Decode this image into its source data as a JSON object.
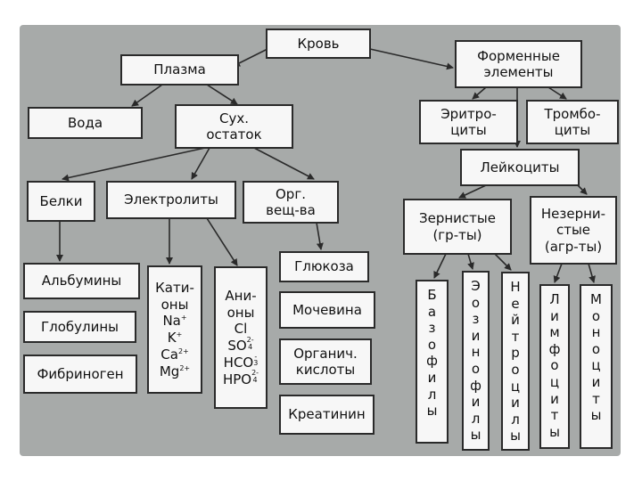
{
  "diagram": {
    "colors": {
      "panel": "#a7aaa9",
      "box_fill": "#f7f7f7",
      "border": "#2a2a2a",
      "arrow": "#2a2a2a"
    },
    "nodes": {
      "blood": "Кровь",
      "plasma": "Плазма",
      "formed": "Форменные\nэлементы",
      "water": "Вода",
      "dry": "Сух.\nостаток",
      "erythro": "Эритро-\nциты",
      "thrombo": "Тромбо-\nциты",
      "leuko": "Лейкоциты",
      "proteins": "Белки",
      "electrolytes": "Электролиты",
      "organic": "Орг.\nвещ-ва",
      "granular": "Зернистые\n(гр-ты)",
      "agranular": "Незерни-\nстые\n(агр-ты)",
      "albumins": "Альбумины",
      "globulins": "Глобулины",
      "fibrinogen": "Фибриноген",
      "glucose": "Глюкоза",
      "urea": "Мочевина",
      "org_acids": "Органич.\nкислоты",
      "creatinine": "Креатинин",
      "basophils": "Базофилы",
      "eosinophils": "Эозинофилы",
      "neutrophils": "Нейтроцилы",
      "lymphocytes": "Лимфоциты",
      "monocytes": "Моноциты"
    },
    "cations": {
      "title": "Кати-\nоны",
      "na": "Na",
      "na_charge": "+",
      "k": "K",
      "k_charge": "+",
      "ca": "Ca",
      "ca_charge": "2+",
      "mg": "Mg",
      "mg_charge": "2+"
    },
    "anions": {
      "title": "Ани-\nоны",
      "cl": "Cl",
      "so4": "SO",
      "so4_sub": "4",
      "so4_charge": "2-",
      "hco3": "HCO",
      "hco3_sub": "3",
      "hco3_charge": "-",
      "hpo4": "HPO",
      "hpo4_sub": "4",
      "hpo4_charge": "2-"
    }
  }
}
